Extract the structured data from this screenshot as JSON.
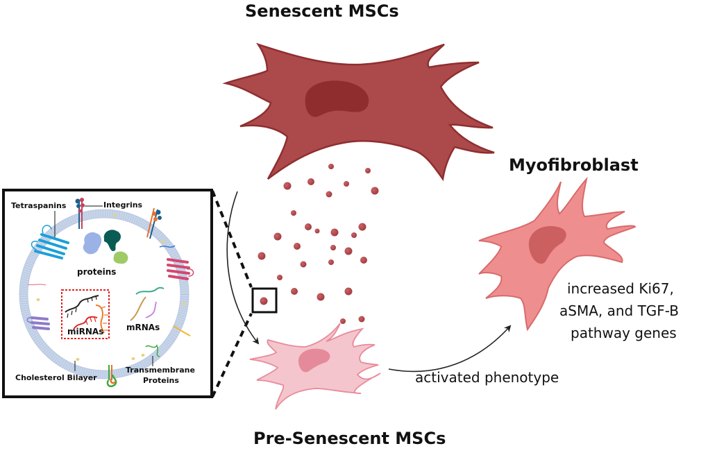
{
  "titles": {
    "senescent": "Senescent MSCs",
    "pre_senescent": "Pre-Senescent MSCs",
    "myofibroblast": "Myofibroblast"
  },
  "annotations": {
    "activated_phenotype": "activated phenotype",
    "markers_line1": "increased Ki67,",
    "markers_line2": "aSMA, and TGF-B",
    "markers_line3": "pathway genes"
  },
  "vesicle_inset": {
    "labels": {
      "tetraspanins": "Tetraspanins",
      "integrins": "Integrins",
      "proteins": "proteins",
      "mrnas": "mRNAs",
      "mirnas": "miRNAs",
      "cholesterol_bilayer": "Cholesterol Bilayer",
      "transmembrane_line1": "Transmembrane",
      "transmembrane_line2": "Proteins"
    }
  },
  "colors": {
    "senescent_cell": "#ac4a4b",
    "senescent_outline": "#8f2e30",
    "senescent_nucleus": "#8e2c2e",
    "pre_senescent_cell": "#f4c5cc",
    "pre_senescent_outline": "#e88a9a",
    "pre_senescent_nucleus": "#e58a9a",
    "myofibroblast_cell": "#ef8e8e",
    "myofibroblast_outline": "#d86a6c",
    "myofibroblast_nucleus": "#cc5f60",
    "vesicle_dot": "#b5474b",
    "membrane": "#c9d6ea",
    "mirna_box": "#e02424"
  }
}
